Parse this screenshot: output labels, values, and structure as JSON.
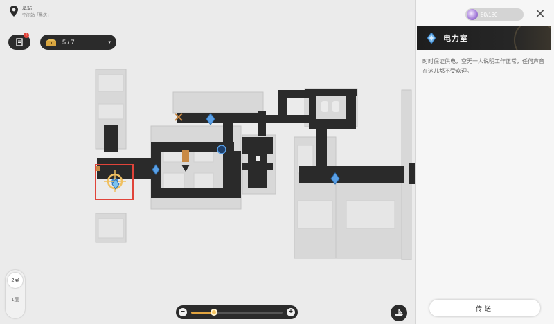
{
  "location": {
    "title": "基站",
    "subtitle": "空间站「黑塔」"
  },
  "toolbar": {
    "book_badge": "!",
    "chest_count": "5 / 7",
    "chevron": "▾"
  },
  "floors": [
    "2层",
    "1层"
  ],
  "zoom": {
    "minus": "−",
    "plus": "+",
    "level": 0.25
  },
  "stamina": {
    "value": "80/180",
    "icon": "trailblaze-power-icon"
  },
  "panel": {
    "close": "✕",
    "title": "电力室",
    "description": "时时保证供电，空无一人说明工作正常，任何声音在这儿都不受欢迎。",
    "teleport_label": "传送"
  },
  "colors": {
    "corridor": "#2a2a2a",
    "room": "#d9d9d9",
    "selection": "#e0443a",
    "anchor": "#5aa0e6",
    "accent": "#e1a440"
  }
}
